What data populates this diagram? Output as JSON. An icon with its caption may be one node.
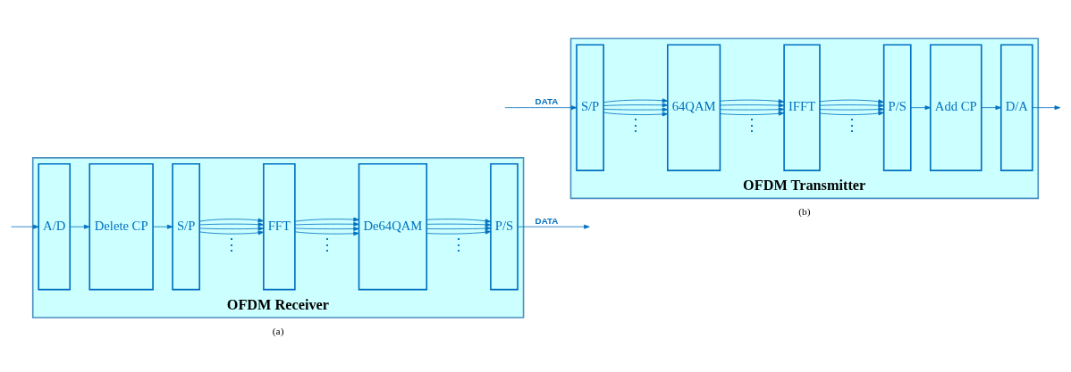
{
  "diagram": {
    "nodes": [
      {
        "text": [
          "OFDM Receiver"
        ],
        "beside": [
          "(a)"
        ]
      },
      {
        "text": [
          "A/D"
        ],
        "in": 0
      },
      {
        "text": [
          "Delete CP"
        ],
        "in": 0
      },
      {
        "text": [
          "S/P"
        ],
        "in": 0
      },
      {
        "text": [
          "FFT"
        ],
        "in": 0
      },
      {
        "text": [
          "De64QAM"
        ],
        "in": 0
      },
      {
        "text": [
          "P/S"
        ],
        "in": 0
      },
      {
        "text": [
          "OFDM Transmitter"
        ],
        "beside": [
          "(b)"
        ]
      },
      {
        "text": [
          "S/P"
        ],
        "in": 7
      },
      {
        "text": [
          "64QAM"
        ],
        "in": 7
      },
      {
        "text": [
          "IFFT"
        ],
        "in": 7
      },
      {
        "text": [
          "P/S"
        ],
        "in": 7
      },
      {
        "text": [
          "Add CP"
        ],
        "in": 7
      },
      {
        "text": [
          "D/A"
        ],
        "in": 7
      }
    ],
    "edges": [
      {
        "from": null,
        "to": 1,
        "arrow": "to"
      },
      {
        "from": 1,
        "to": 2,
        "arrow": "to"
      },
      {
        "from": 2,
        "to": 3,
        "arrow": "to"
      },
      {
        "from": 3,
        "to": 4,
        "arrow": "to"
      },
      {
        "from": 3,
        "to": 4,
        "arrow": "to"
      },
      {
        "from": 3,
        "to": 4,
        "arrow": "to"
      },
      {
        "from": 3,
        "to": 4,
        "arrow": "to"
      },
      {
        "from": 4,
        "to": 5,
        "arrow": "to"
      },
      {
        "from": 4,
        "to": 5,
        "arrow": "to"
      },
      {
        "from": 4,
        "to": 5,
        "arrow": "to"
      },
      {
        "from": 4,
        "to": 5,
        "arrow": "to"
      },
      {
        "from": 5,
        "to": 6,
        "arrow": "to"
      },
      {
        "from": 5,
        "to": 6,
        "arrow": "to"
      },
      {
        "from": 5,
        "to": 6,
        "arrow": "to"
      },
      {
        "from": 5,
        "to": 6,
        "arrow": "to"
      },
      {
        "from": 6,
        "to": null,
        "arrow": "to",
        "label": "DATA"
      },
      {
        "from": null,
        "to": 8,
        "arrow": "to",
        "label": "DATA"
      },
      {
        "from": 8,
        "to": 9,
        "arrow": "to"
      },
      {
        "from": 8,
        "to": 9,
        "arrow": "to"
      },
      {
        "from": 8,
        "to": 9,
        "arrow": "to"
      },
      {
        "from": 8,
        "to": 9,
        "arrow": "to"
      },
      {
        "from": 9,
        "to": 10,
        "arrow": "to"
      },
      {
        "from": 9,
        "to": 10,
        "arrow": "to"
      },
      {
        "from": 9,
        "to": 10,
        "arrow": "to"
      },
      {
        "from": 9,
        "to": 10,
        "arrow": "to"
      },
      {
        "from": 10,
        "to": 11,
        "arrow": "to"
      },
      {
        "from": 10,
        "to": 11,
        "arrow": "to"
      },
      {
        "from": 10,
        "to": 11,
        "arrow": "to"
      },
      {
        "from": 10,
        "to": 11,
        "arrow": "to"
      },
      {
        "from": 11,
        "to": 12,
        "arrow": "to"
      },
      {
        "from": 12,
        "to": 13,
        "arrow": "to"
      },
      {
        "from": 13,
        "to": null,
        "arrow": "to"
      }
    ],
    "labels": [
      "⋮",
      "⋮",
      "⋮",
      "⋮",
      "⋮",
      "⋮"
    ]
  }
}
